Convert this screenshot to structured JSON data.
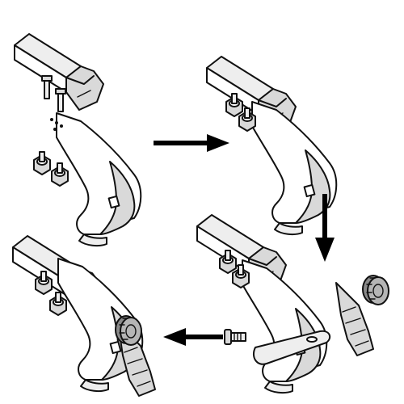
{
  "diagram": {
    "background": "#ffffff",
    "line_color": "#111111",
    "fill_light": "#d9d9d9",
    "fill_dark": "#8a8a8a",
    "arrow_color": "#000000",
    "steps": [
      {
        "id": 1,
        "icon": "exploded-roof-rack-foot-icon"
      },
      {
        "id": 2,
        "icon": "assembled-roof-rack-foot-icon"
      },
      {
        "id": 3,
        "icon": "foot-with-clamp-parts-icon"
      },
      {
        "id": 4,
        "icon": "foot-with-clamp-installed-icon"
      }
    ],
    "arrows": [
      {
        "from": 1,
        "to": 2,
        "direction": "right"
      },
      {
        "from": 2,
        "to": 3,
        "direction": "down"
      },
      {
        "from": 3,
        "to": 4,
        "direction": "left"
      }
    ]
  }
}
